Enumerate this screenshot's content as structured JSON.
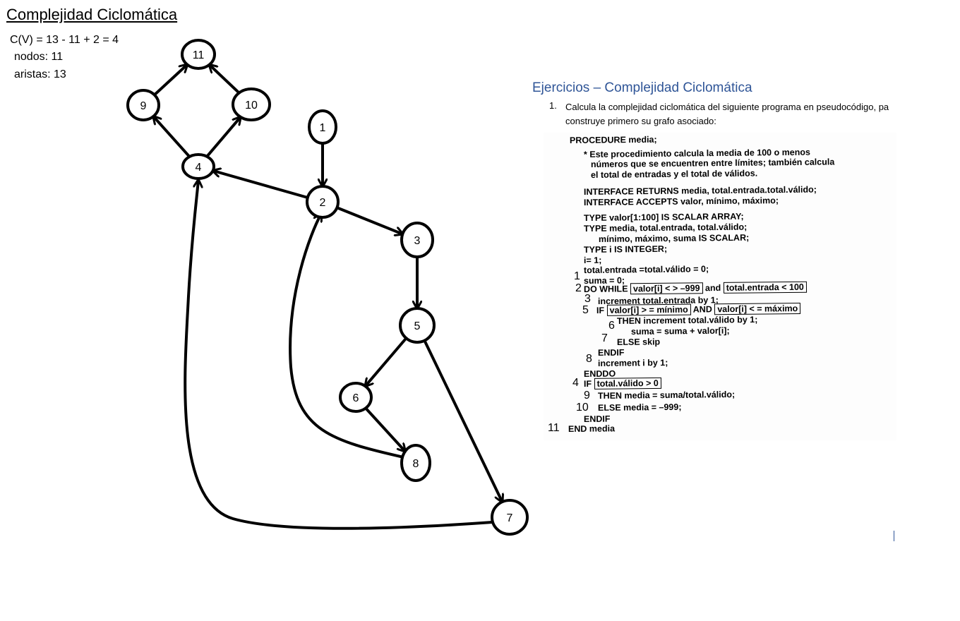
{
  "page_title": "Complejidad Ciclomática",
  "formula": "C(V) = 13 - 11 + 2 = 4",
  "stats": {
    "nodes": "nodos: 11",
    "edges": "aristas: 13"
  },
  "graph": {
    "nodes": [
      "1",
      "2",
      "3",
      "4",
      "5",
      "6",
      "7",
      "8",
      "9",
      "10",
      "11"
    ],
    "edges": [
      [
        "1",
        "2"
      ],
      [
        "2",
        "3"
      ],
      [
        "2",
        "4"
      ],
      [
        "3",
        "5"
      ],
      [
        "5",
        "6"
      ],
      [
        "5",
        "7"
      ],
      [
        "6",
        "8"
      ],
      [
        "8",
        "2"
      ],
      [
        "7",
        "4"
      ],
      [
        "4",
        "9"
      ],
      [
        "4",
        "10"
      ],
      [
        "9",
        "11"
      ],
      [
        "10",
        "11"
      ]
    ]
  },
  "exercise": {
    "title": "Ejercicios – Complejidad Ciclomática",
    "item_number": "1.",
    "item_text_1": "Calcula la complejidad ciclomática del siguiente programa en pseudocódigo, pa",
    "item_text_2": "construye primero su grafo asociado:"
  },
  "code": {
    "l01": "PROCEDURE media;",
    "l02": "* Este procedimiento calcula la media de 100 o menos",
    "l03": "números que se encuentren entre límites; también calcula",
    "l04": "el total de entradas y el total de válidos.",
    "l05": "INTERFACE RETURNS media, total.entrada.total.válido;",
    "l06": "INTERFACE ACCEPTS valor, mínimo, máximo;",
    "l07": "TYPE valor[1:100] IS SCALAR ARRAY;",
    "l08": "TYPE media, total.entrada, total.válido;",
    "l09": "mínimo, máximo, suma IS SCALAR;",
    "l10": "TYPE i IS INTEGER;",
    "l11": "i= 1;",
    "l12": "total.entrada =total.válido = 0;",
    "l13": "suma = 0;",
    "l14a": "DO WHILE",
    "l14b": "valor[i] < > –999",
    "l14c": "and",
    "l14d": "total.entrada < 100",
    "l15": "increment total.entrada by 1;",
    "l16a": "IF",
    "l16b": "valor[i] > = mínimo",
    "l16c": "AND",
    "l16d": "valor[i] < = máximo",
    "l17": "THEN increment total.válido by 1;",
    "l18": "suma = suma + valor[i];",
    "l19": "ELSE skip",
    "l20": "ENDIF",
    "l21": "increment i by 1;",
    "l22": "ENDDO",
    "l23a": "IF",
    "l23b": "total.válido > 0",
    "l24": "THEN media = suma/total.válido;",
    "l25": "ELSE media = –999;",
    "l26": "ENDIF",
    "l27": "END media"
  },
  "annotations": {
    "a1": "1",
    "a2": "2",
    "a3": "3",
    "a5": "5",
    "a6": "6",
    "a7": "7",
    "a8": "8",
    "a4": "4",
    "a9": "9",
    "a10": "10",
    "a11": "11"
  }
}
